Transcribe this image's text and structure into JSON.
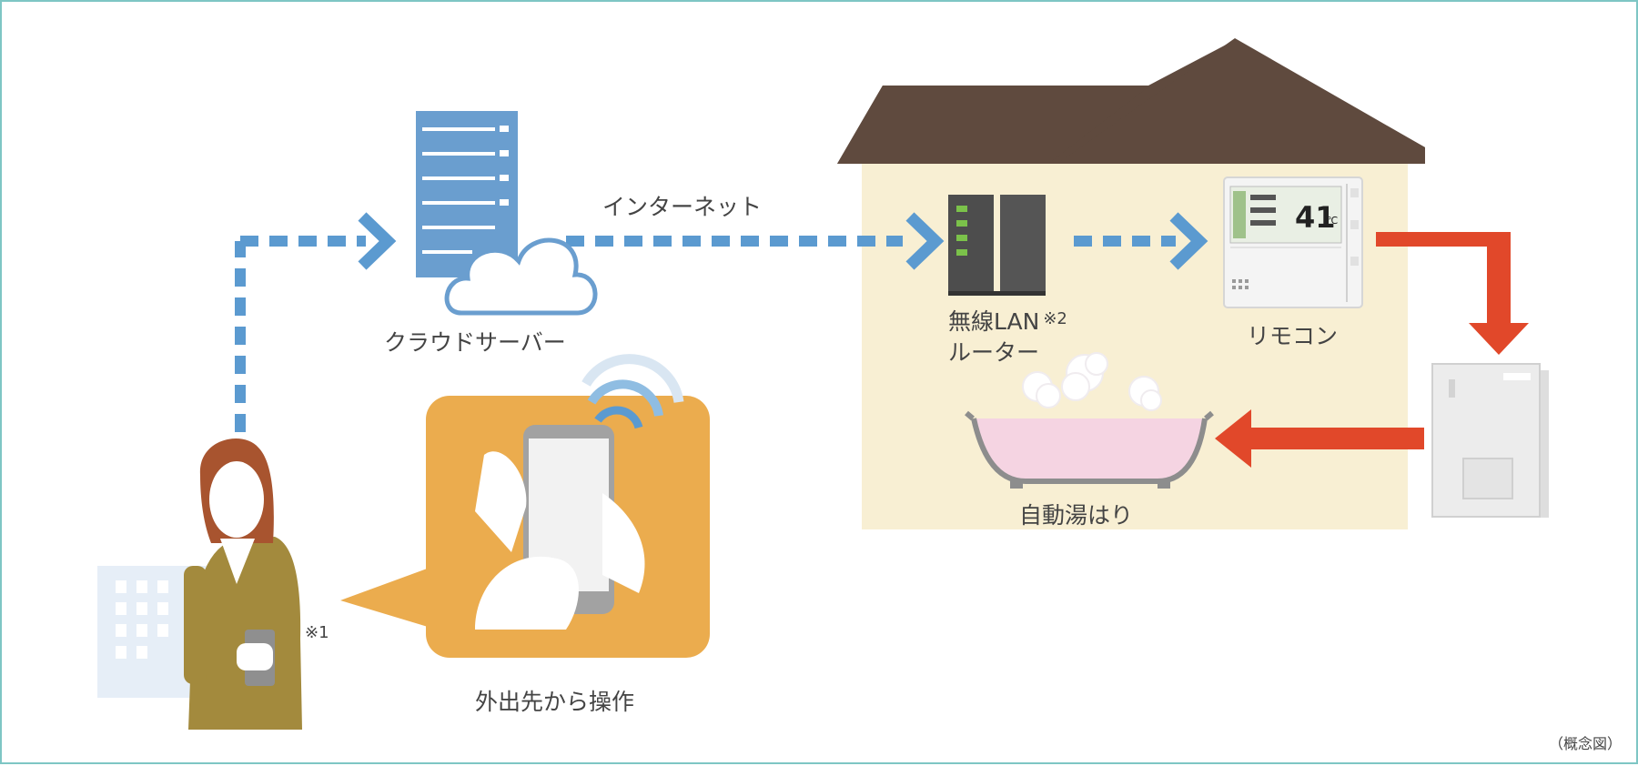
{
  "labels": {
    "internet": "インターネット",
    "cloud_server": "クラウドサーバー",
    "router_line1": "無線LAN",
    "router_note": "※2",
    "router_line2": "ルーター",
    "remote": "リモコン",
    "auto_fill": "自動湯はり",
    "remote_op": "外出先から操作",
    "user_note": "※1",
    "concept": "（概念図）",
    "remote_temp": "41",
    "remote_unit": "℃"
  },
  "colors": {
    "dashed_arrow": "#5b9ad0",
    "hot_water_arrow": "#e1482a",
    "house_wall": "#f8efd3",
    "house_roof": "#5f4a3e",
    "bubble": "#ebac4e",
    "bathtub_water": "#f5d4e2",
    "person_coat": "#a38a3d",
    "person_hair": "#a8542f",
    "server": "#6a9ecf",
    "border": "#7ec6c4"
  },
  "icons": [
    "person-icon",
    "building-icon",
    "smartphone-icon",
    "wifi-icon",
    "cloud-icon",
    "server-icon",
    "router-icon",
    "remote-controller-icon",
    "water-heater-icon",
    "bathtub-icon",
    "steam-icon"
  ]
}
